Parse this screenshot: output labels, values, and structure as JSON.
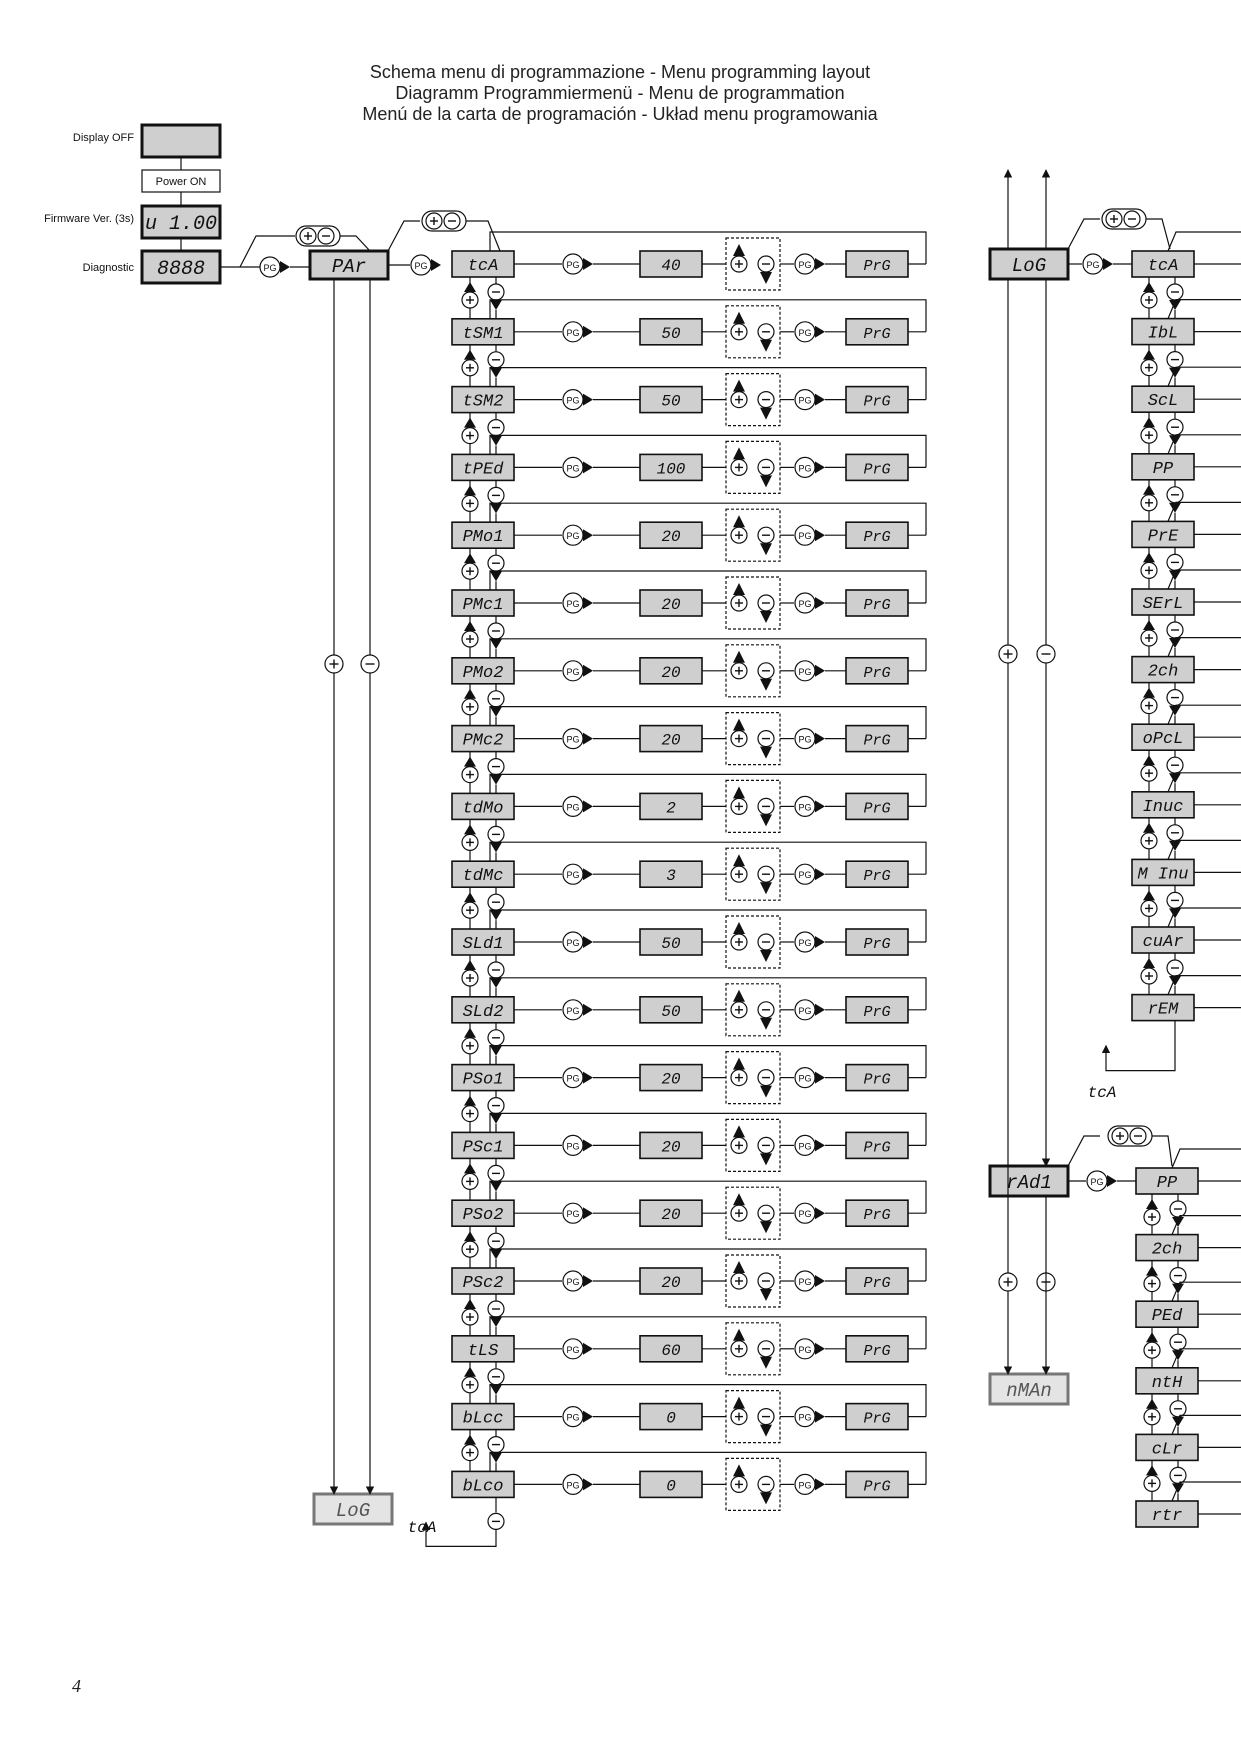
{
  "titles": [
    "Schema menu di programmazione - Menu programming layout",
    "Diagramm Programmiermenü - Menu de programmation",
    "Menú de la carta de programación - Układ menu programowania"
  ],
  "left_labels": {
    "display_off": "Display OFF",
    "power_on": "Power ON",
    "firmware": "Firmware Ver. (3s)",
    "diagnostic": "Diagnostic"
  },
  "left_displays": {
    "firmware_value": "u 1.00",
    "diagnostic_value": "8888",
    "par": "PAr",
    "log_bottom": "LoG"
  },
  "pg_label": "PG",
  "prg_label": "PrG",
  "loop_label": "tcA",
  "par_rows": [
    {
      "code": "tcA",
      "value": "40"
    },
    {
      "code": "tSM1",
      "value": "50"
    },
    {
      "code": "tSM2",
      "value": "50"
    },
    {
      "code": "tPEd",
      "value": "100"
    },
    {
      "code": "PMo1",
      "value": "20"
    },
    {
      "code": "PMc1",
      "value": "20"
    },
    {
      "code": "PMo2",
      "value": "20"
    },
    {
      "code": "PMc2",
      "value": "20"
    },
    {
      "code": "tdMo",
      "value": "2"
    },
    {
      "code": "tdMc",
      "value": "3"
    },
    {
      "code": "SLd1",
      "value": "50"
    },
    {
      "code": "SLd2",
      "value": "50"
    },
    {
      "code": "PSo1",
      "value": "20"
    },
    {
      "code": "PSc1",
      "value": "20"
    },
    {
      "code": "PSo2",
      "value": "20"
    },
    {
      "code": "PSc2",
      "value": "20"
    },
    {
      "code": "tLS",
      "value": "60"
    },
    {
      "code": "bLcc",
      "value": "0"
    },
    {
      "code": "bLco",
      "value": "0"
    }
  ],
  "log_menu": {
    "title": "LoG",
    "items": [
      "tcA",
      "IbL",
      "ScL",
      "PP",
      "PrE",
      "SErL",
      "2ch",
      "oPcL",
      "Inuc",
      "M Inu",
      "cuAr",
      "rEM"
    ]
  },
  "rad_menu": {
    "title": "rAd1",
    "items": [
      "PP",
      "2ch",
      "PEd",
      "ntH",
      "cLr",
      "rtr"
    ],
    "bottom": "nMAn"
  },
  "page_number": "4"
}
